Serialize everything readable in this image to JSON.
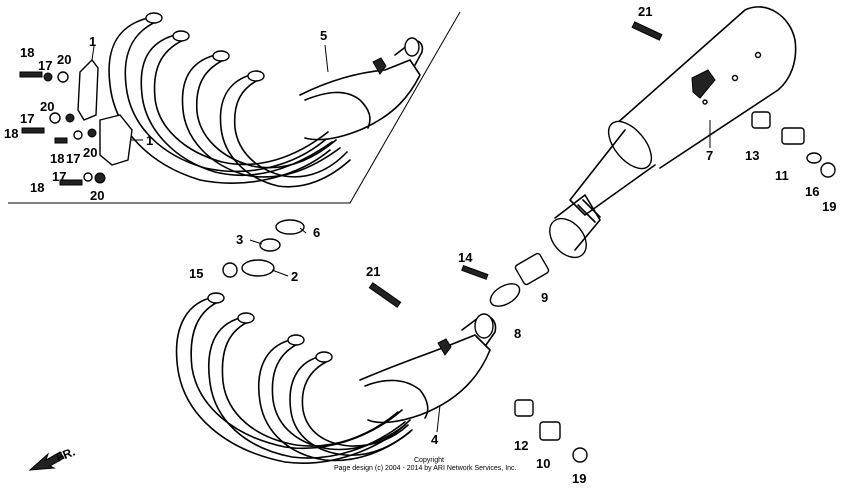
{
  "diagram": {
    "callouts": {
      "c18a": "18",
      "c17a": "17",
      "c20a": "20",
      "c1a": "1",
      "c20b": "20",
      "c17b": "17",
      "c18b": "18",
      "c18c": "18",
      "c17c": "17",
      "c20c": "20",
      "c1b": "1",
      "c17d": "17",
      "c18d": "18",
      "c20d": "20",
      "c5": "5",
      "c21a": "21",
      "c7": "7",
      "c13": "13",
      "c11": "11",
      "c16": "16",
      "c19a": "19",
      "c3": "3",
      "c6": "6",
      "c15": "15",
      "c2": "2",
      "c14": "14",
      "c21b": "21",
      "c9": "9",
      "c8": "8",
      "c4": "4",
      "c12": "12",
      "c10": "10",
      "c19b": "19"
    },
    "direction_label": "FR.",
    "copyright_line1": "Copyright",
    "copyright_line2": "Page design (c) 2004 - 2014 by ARI Network Services, Inc."
  }
}
